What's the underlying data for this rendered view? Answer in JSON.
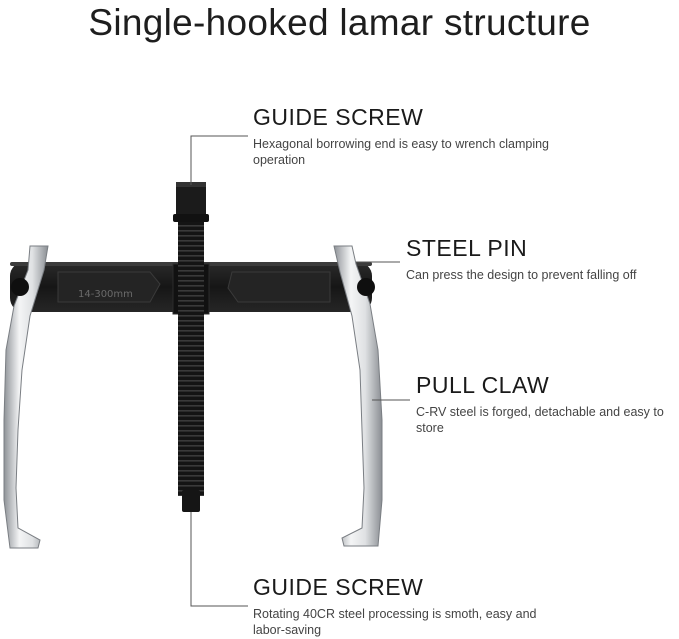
{
  "title": "Single-hooked lamar structure",
  "bar_marking": "14-300mm",
  "callouts": [
    {
      "heading": "GUIDE SCREW",
      "description": "Hexagonal borrowing end is easy to wrench clamping operation"
    },
    {
      "heading": "STEEL PIN",
      "description": "Can press the design to prevent falling off"
    },
    {
      "heading": "PULL CLAW",
      "description": "C-RV steel is forged, detachable and easy to store"
    },
    {
      "heading": "GUIDE SCREW",
      "description": "Rotating 40CR steel processing is smoth, easy and labor-saving"
    }
  ],
  "colors": {
    "steel": "#c9ccd0",
    "black": "#1c1c1c",
    "leader": "#555555"
  }
}
